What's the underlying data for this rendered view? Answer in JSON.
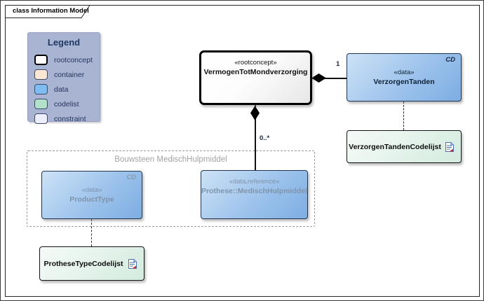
{
  "frame": {
    "tab_label": "class Information Model"
  },
  "legend": {
    "title": "Legend",
    "items": [
      {
        "label": "rootconcept",
        "fill": "#ffffff",
        "border": "#000000",
        "thick": true
      },
      {
        "label": "container",
        "fill": "#f9e6d3",
        "border": "#3d4a6b",
        "thick": false
      },
      {
        "label": "data",
        "fill": "#7fbcf0",
        "border": "#3d4a6b",
        "thick": false
      },
      {
        "label": "codelist",
        "fill": "#b2e0c8",
        "border": "#3d4a6b",
        "thick": false
      },
      {
        "label": "constraint",
        "fill": "#eceefb",
        "border": "#3d4a6b",
        "thick": false
      }
    ]
  },
  "nodes": {
    "rootconcept": {
      "stereotype": "«rootconcept»",
      "name": "VermogenTotMondverzorging"
    },
    "verzorgen_tanden": {
      "stereotype": "«data»",
      "name": "VerzorgenTanden",
      "corner": "CD"
    },
    "verzorgen_tanden_codelijst": {
      "name": "VerzorgenTandenCodelijst"
    },
    "product_type": {
      "stereotype": "«data»",
      "name": "ProductType",
      "corner": "CD"
    },
    "prothese_medisch_hulpmiddel": {
      "stereotype": "«data,reference»",
      "name": "Prothese::MedischHulpmiddel"
    },
    "prothese_type_codelijst": {
      "name": "ProtheseTypeCodelijst"
    }
  },
  "container_frame": {
    "title": "Bouwsteen MedischHulpmiddel"
  },
  "connectors": {
    "to_verzorgen_tanden": {
      "multiplicity": "1",
      "type": "composition"
    },
    "to_prothese": {
      "multiplicity": "0..*",
      "type": "composition"
    },
    "vt_to_codelijst": {
      "type": "dependency-dashed"
    },
    "pt_to_codelijst": {
      "type": "dependency-dashed"
    }
  },
  "colors": {
    "legend_bg": "#a9b3d2",
    "legend_text": "#1f3864",
    "data_fill_light": "#cde2f6",
    "data_fill_dark": "#7dade2",
    "codelist_fill": "#d3ebde",
    "node_border_blue": "#1f3550",
    "muted_text": "#7f93aa",
    "container_title": "#a4a4a4",
    "icon_blue": "#4a72b8",
    "icon_red": "#d22a1e"
  }
}
